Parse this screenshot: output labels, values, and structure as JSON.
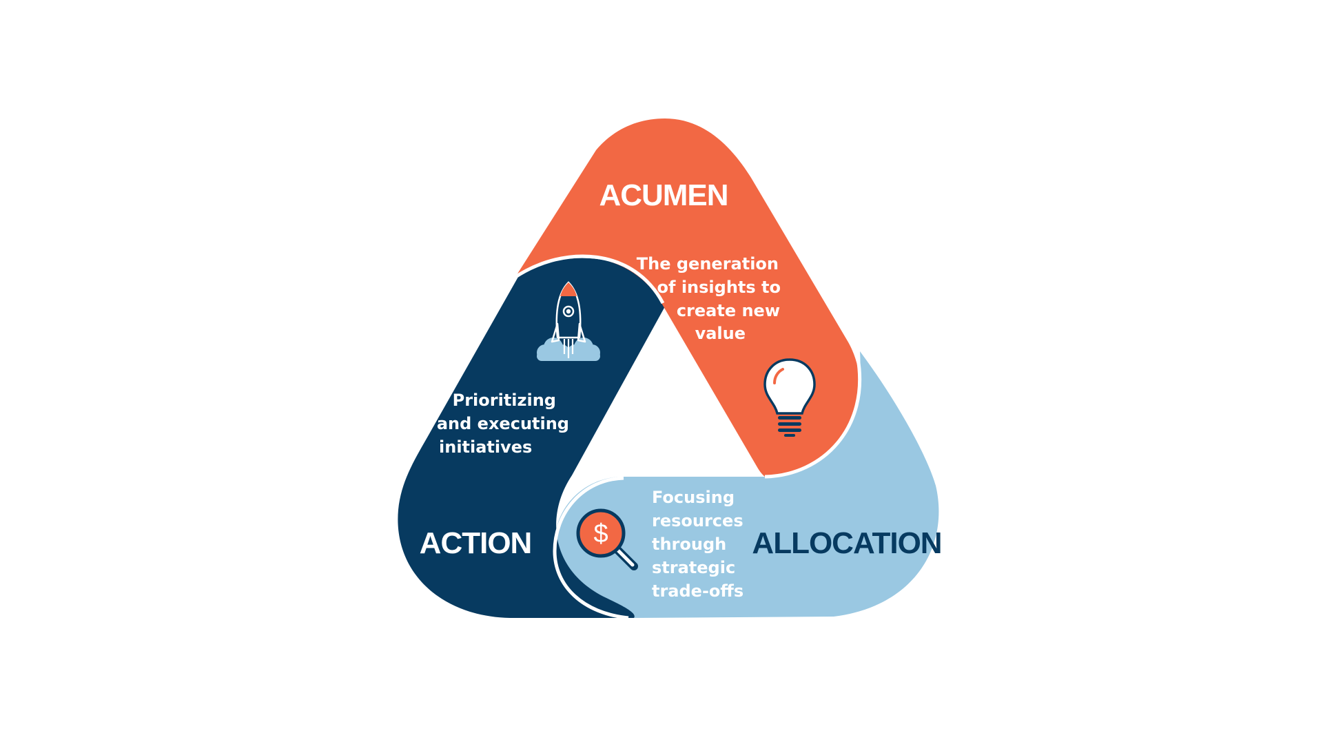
{
  "colors": {
    "acumen": "#f26844",
    "action": "#073a60",
    "allocation": "#9ac8e2",
    "white": "#ffffff",
    "light_blue_icon": "#9ac8e2",
    "orange_icon": "#f26844",
    "navy_icon": "#073a60"
  },
  "segments": [
    {
      "id": "acumen",
      "title": "ACUMEN",
      "description_lines": [
        "The generation",
        "of insights to",
        "create new",
        "value"
      ],
      "icon": "lightbulb-icon"
    },
    {
      "id": "action",
      "title": "ACTION",
      "description_lines": [
        "Prioritizing",
        "and executing",
        "initiatives"
      ],
      "icon": "rocket-icon"
    },
    {
      "id": "allocation",
      "title": "ALLOCATION",
      "description_lines": [
        "Focusing",
        "resources",
        "through",
        "strategic",
        "trade-offs"
      ],
      "icon": "dollar-magnifier-icon"
    }
  ]
}
